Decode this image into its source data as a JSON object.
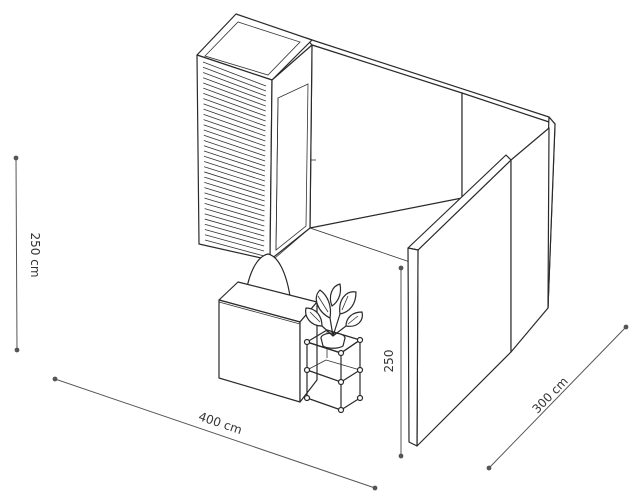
{
  "dimensions": {
    "height": "250 cm",
    "width": "400 cm",
    "depth": "300 cm",
    "wall_height": "250"
  },
  "colors": {
    "line": "#2a2a2a",
    "dim_line": "#555555",
    "background": "#ffffff"
  }
}
